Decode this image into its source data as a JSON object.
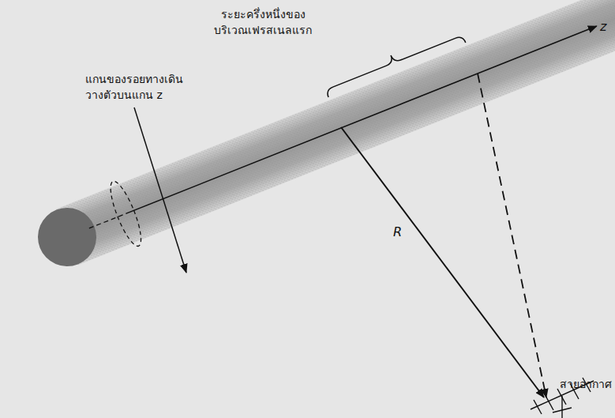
{
  "diagram": {
    "labels": [
      "ระยะครึ่งหนึ่งของ บริเวณเฟรสเนลแรก",
      "แกนของรอยทางเดิน วางตัวบนแกน z",
      "z",
      "R",
      "สายอากาศ"
    ]
  }
}
